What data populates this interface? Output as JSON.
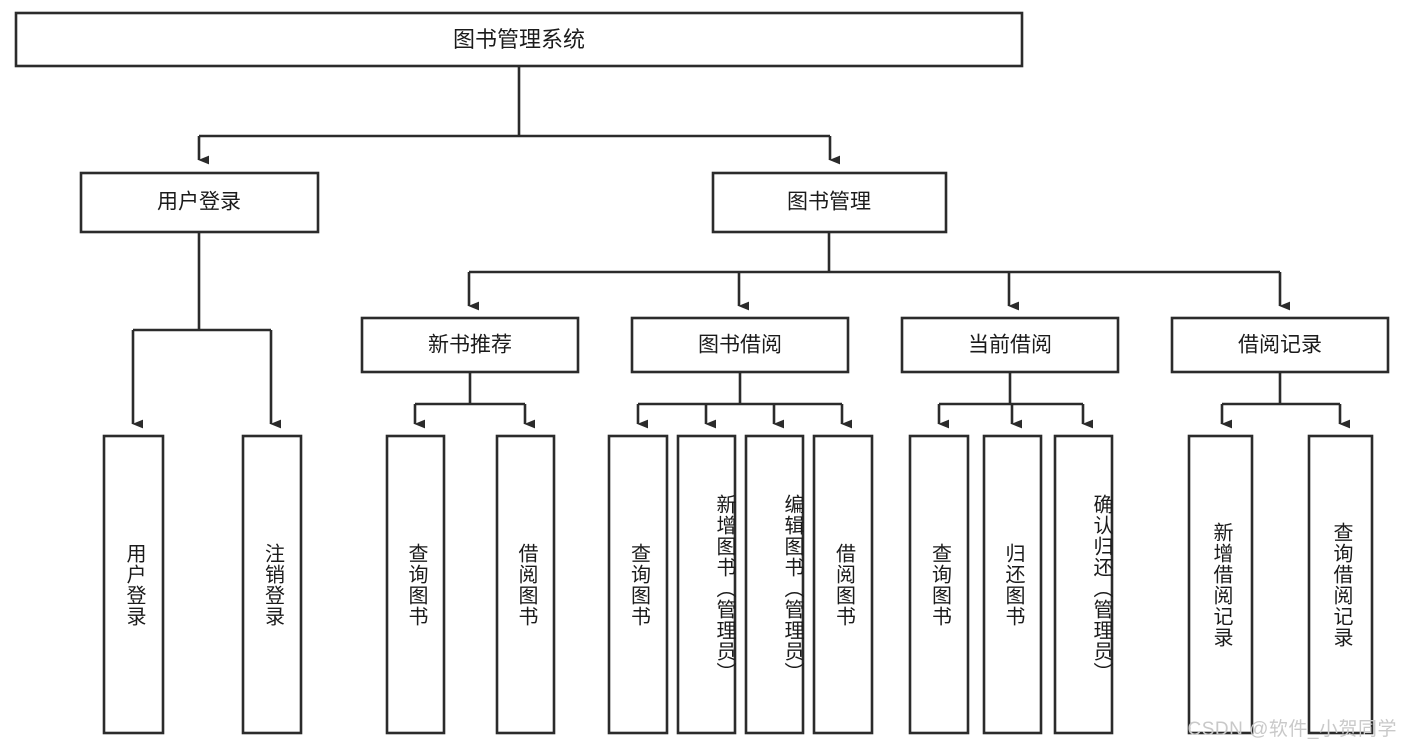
{
  "diagram": {
    "title": "图书管理系统",
    "watermark": "CSDN @软件_小贺同学",
    "colors": {
      "stroke": "#2b2b2b",
      "fill": "#ffffff",
      "text": "#1b1b1b",
      "watermark": "#c9c9c9",
      "background": "#ffffff"
    },
    "root": {
      "label": "图书管理系统"
    },
    "level1": [
      {
        "label": "用户登录"
      },
      {
        "label": "图书管理"
      }
    ],
    "user_login_children": [
      {
        "label": "用户登录"
      },
      {
        "label": "注销登录"
      }
    ],
    "book_modules": [
      {
        "label": "新书推荐"
      },
      {
        "label": "图书借阅"
      },
      {
        "label": "当前借阅"
      },
      {
        "label": "借阅记录"
      }
    ],
    "new_book_children": [
      {
        "label": "查询图书"
      },
      {
        "label": "借阅图书"
      }
    ],
    "borrow_children": [
      {
        "label": "查询图书"
      },
      {
        "label": "新增图书（管理员）"
      },
      {
        "label": "编辑图书（管理员）"
      },
      {
        "label": "借阅图书"
      }
    ],
    "current_borrow_children": [
      {
        "label": "查询图书"
      },
      {
        "label": "归还图书"
      },
      {
        "label": "确认归还（管理员）"
      }
    ],
    "record_children": [
      {
        "label": "新增借阅记录"
      },
      {
        "label": "查询借阅记录"
      }
    ]
  }
}
